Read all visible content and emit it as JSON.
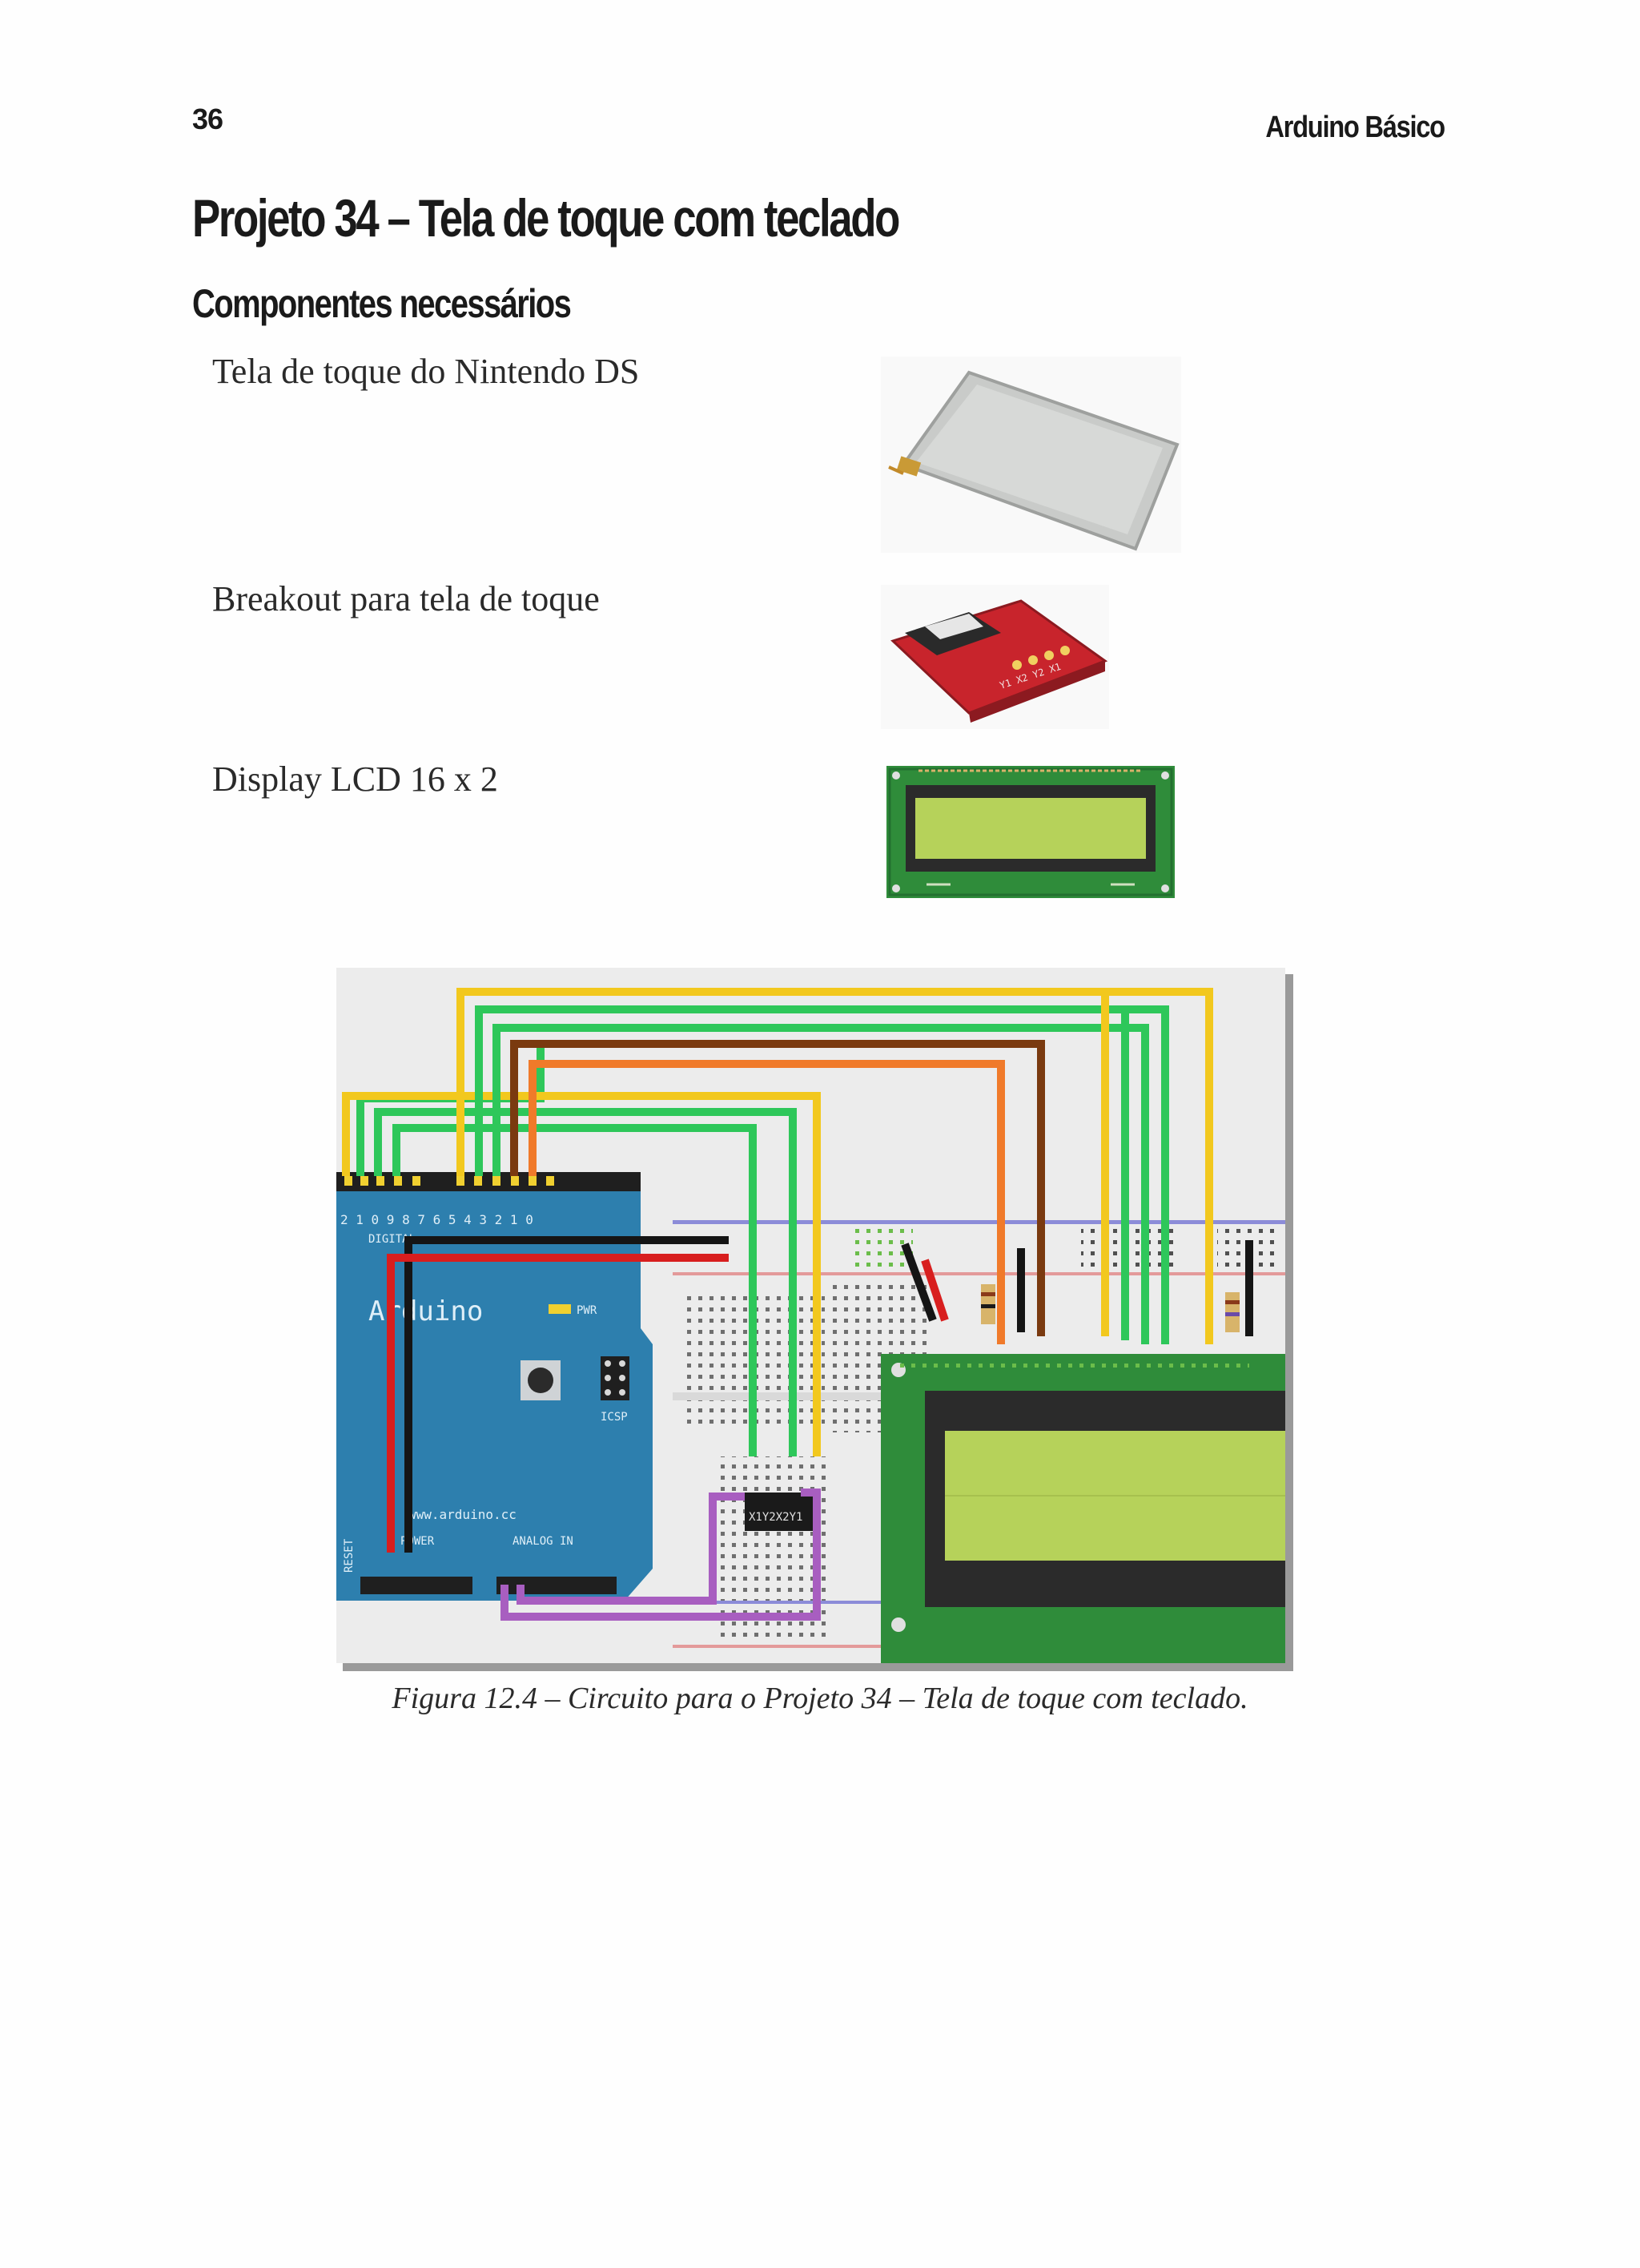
{
  "header": {
    "page_number": "36",
    "running_title": "Arduino Básico"
  },
  "title": "Projeto 34 – Tela de toque com teclado",
  "subtitle": "Componentes necessários",
  "components": [
    {
      "label": "Tela de toque do Nintendo DS",
      "icon": "touchscreen-photo"
    },
    {
      "label": "Breakout para tela de toque",
      "icon": "breakout-board-photo"
    },
    {
      "label": "Display LCD 16 x 2",
      "icon": "lcd-display-photo"
    }
  ],
  "figure": {
    "caption": "Figura 12.4 – Circuito para o Projeto 34 – Tela de toque com teclado.",
    "board_text": {
      "brand": "Arduino",
      "digital": "DIGITAL",
      "pwr": "PWR",
      "icsp": "ICSP",
      "url": "www.arduino.cc",
      "power": "POWER",
      "analog": "ANALOG IN",
      "reset": "RESET",
      "chip": "X1Y2X2Y1"
    },
    "wire_colors": {
      "yellow": "#f2c81e",
      "green": "#2ec75a",
      "brown": "#7a3a10",
      "orange": "#f07a2a",
      "red": "#d81e1e",
      "black": "#151515",
      "purple": "#a85ec0"
    },
    "colors": {
      "board": "#2d7fae",
      "breadboard": "#ececec",
      "lcd_pcb": "#2f8c3a",
      "lcd_screen": "#b6d25a"
    }
  }
}
